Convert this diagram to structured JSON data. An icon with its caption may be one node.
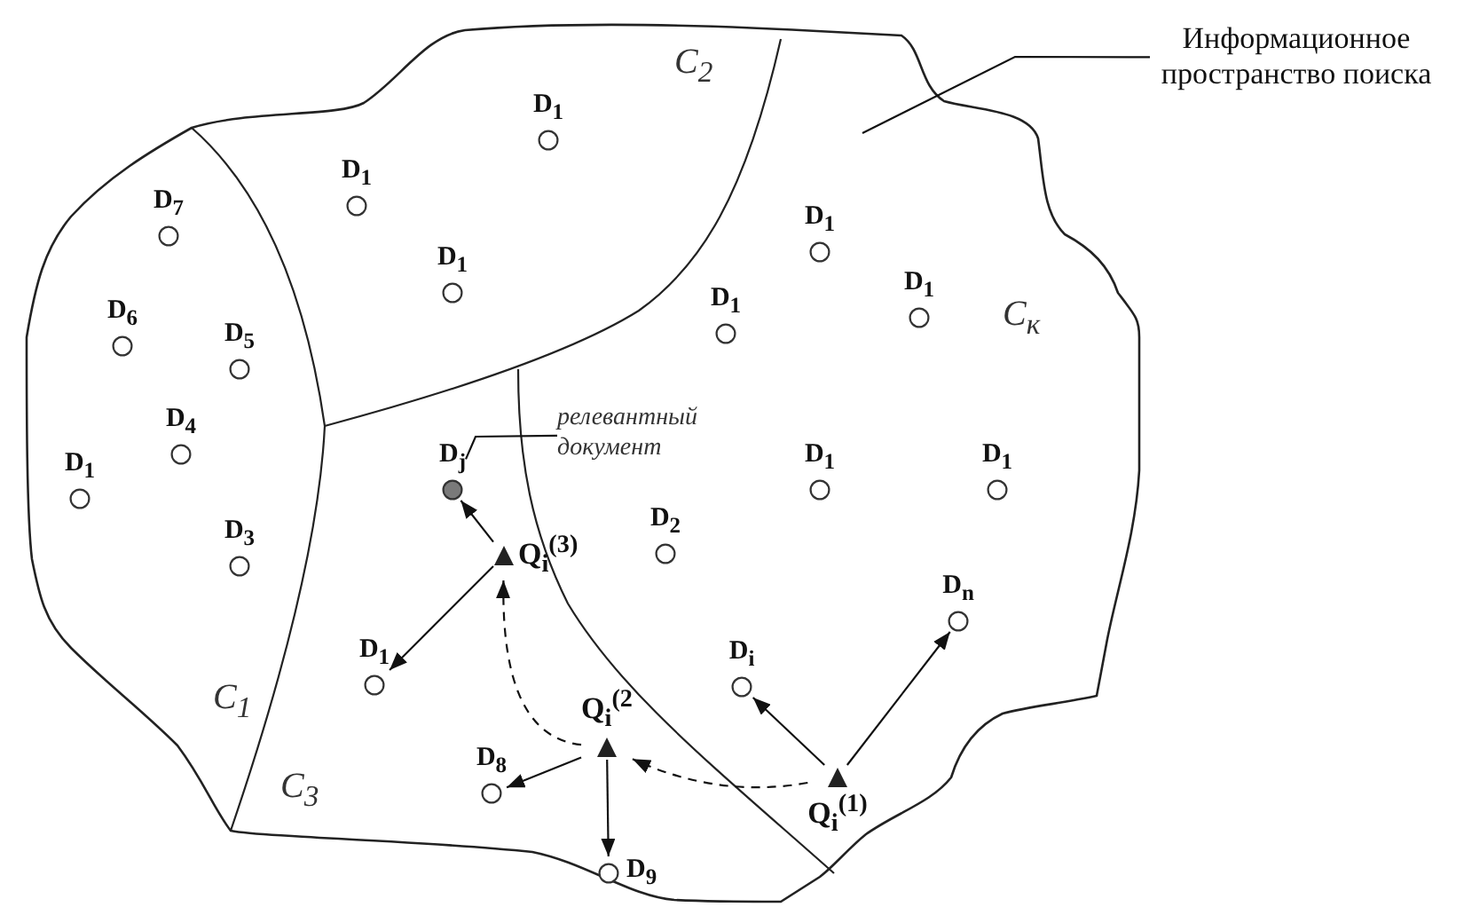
{
  "diagram": {
    "nodes": [
      {
        "text": [],
        "shape": "cloud"
      },
      {
        "text": [
          "Информационное пространство поиска"
        ]
      },
      {
        "text": [
          "D$_{1}$"
        ],
        "in": 0
      },
      {
        "text": [
          "D$_{1}$"
        ],
        "in": 0
      },
      {
        "text": [
          "D$_{7}$"
        ],
        "in": 0
      },
      {
        "text": [
          "D$_{1}$"
        ],
        "in": 0
      },
      {
        "text": [
          "D$_{1}$"
        ],
        "in": 0
      },
      {
        "text": [
          "D$_{1}$"
        ],
        "in": 0
      },
      {
        "text": [
          "D$_{1}$"
        ],
        "in": 0
      },
      {
        "text": [
          "D$_{6}$"
        ],
        "in": 0
      },
      {
        "text": [
          "D$_{5}$"
        ],
        "in": 0
      },
      {
        "text": [
          "D$_{4}$"
        ],
        "in": 0
      },
      {
        "text": [
          "релевантный документ"
        ],
        "in": 0
      },
      {
        "text": [
          "D$_{j}$"
        ],
        "in": 0
      },
      {
        "text": [
          "D$_{1}$"
        ],
        "in": 0
      },
      {
        "text": [
          "D$_{1}$"
        ],
        "in": 0
      },
      {
        "text": [
          "D$_{1}$"
        ],
        "in": 0
      },
      {
        "text": [
          "Q$_{i}$$^{(3)}$"
        ],
        "in": 0
      },
      {
        "text": [
          "D$_{2}$"
        ],
        "in": 0
      },
      {
        "text": [
          "D$_{3}$"
        ],
        "in": 0
      },
      {
        "text": [
          "D$_{n}$"
        ],
        "in": 0
      },
      {
        "text": [
          "D$_{1}$"
        ],
        "in": 0
      },
      {
        "text": [
          "D$_{i}$"
        ],
        "in": 0
      },
      {
        "text": [
          "Q$_{i}$$^{(2}$"
        ],
        "in": 0
      },
      {
        "text": [
          "Q$_{i}$$^{(1)}$"
        ],
        "in": 0
      },
      {
        "text": [
          "D$_{8}$"
        ],
        "in": 0
      },
      {
        "text": [
          "D$_{9}$"
        ],
        "in": 0
      }
    ],
    "edges": [
      {
        "from": 1,
        "to": 0,
        "arrow": "none"
      },
      {
        "from": 12,
        "to": 13,
        "arrow": "none"
      },
      {
        "from": 17,
        "to": 13,
        "arrow": "to"
      },
      {
        "from": 17,
        "to": 21,
        "arrow": "to"
      },
      {
        "from": 23,
        "to": 17,
        "arrow": "to",
        "style": "dashed"
      },
      {
        "from": 23,
        "to": 25,
        "arrow": "to"
      },
      {
        "from": 23,
        "to": 26,
        "arrow": "to"
      },
      {
        "from": 24,
        "to": 23,
        "arrow": "to",
        "style": "dashed"
      },
      {
        "from": 24,
        "to": 22,
        "arrow": "to"
      },
      {
        "from": 24,
        "to": 20,
        "arrow": "to"
      }
    ],
    "labels": [
      "C$_{2}$",
      "C$_{к}$",
      "C$_{1}$",
      "C$_{3}$"
    ]
  }
}
